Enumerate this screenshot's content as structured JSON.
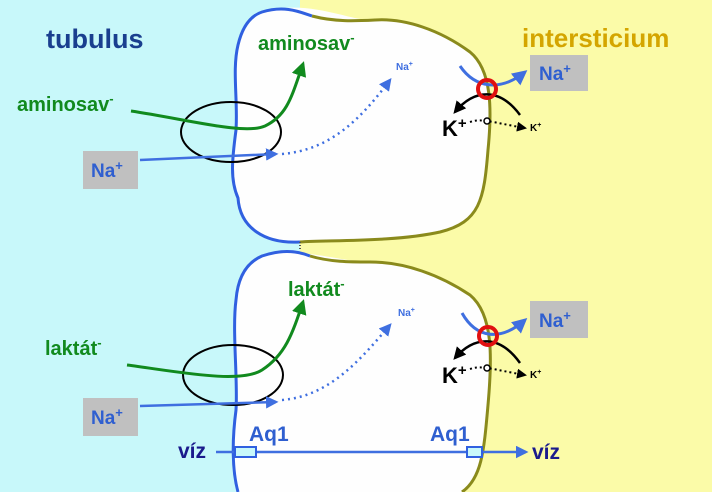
{
  "labels": {
    "tubulus": "tubulus",
    "interstitium": "intersticium"
  },
  "cells": [
    {
      "substrate_in": "aminosav",
      "substrate_out": "aminosav",
      "substrate_charge": "-",
      "na_lumen": "Na",
      "na_cell": "Na",
      "na_interstitium": "Na",
      "charge_plus": "+",
      "k_big": "K",
      "k_small": "K"
    },
    {
      "substrate_in": "laktát",
      "substrate_out": "laktát",
      "substrate_charge": "-",
      "na_lumen": "Na",
      "na_cell": "Na",
      "na_interstitium": "Na",
      "charge_plus": "+",
      "k_big": "K",
      "k_small": "K"
    }
  ],
  "water": {
    "left": "víz",
    "right": "víz",
    "channel_left": "Aq1",
    "channel_right": "Aq1"
  },
  "colors": {
    "tubulus_bg": "#c8f8fa",
    "interstitium_bg": "#fbfba8",
    "cell_fill": "#fefefe",
    "apical_membrane": "#3060e0",
    "basolateral_membrane": "#8a8a1c",
    "transporter_green": "#118a1e",
    "sodium_blue": "#3f6fe0",
    "pump_red": "#e01010",
    "na_box": "#c0c0c0"
  }
}
